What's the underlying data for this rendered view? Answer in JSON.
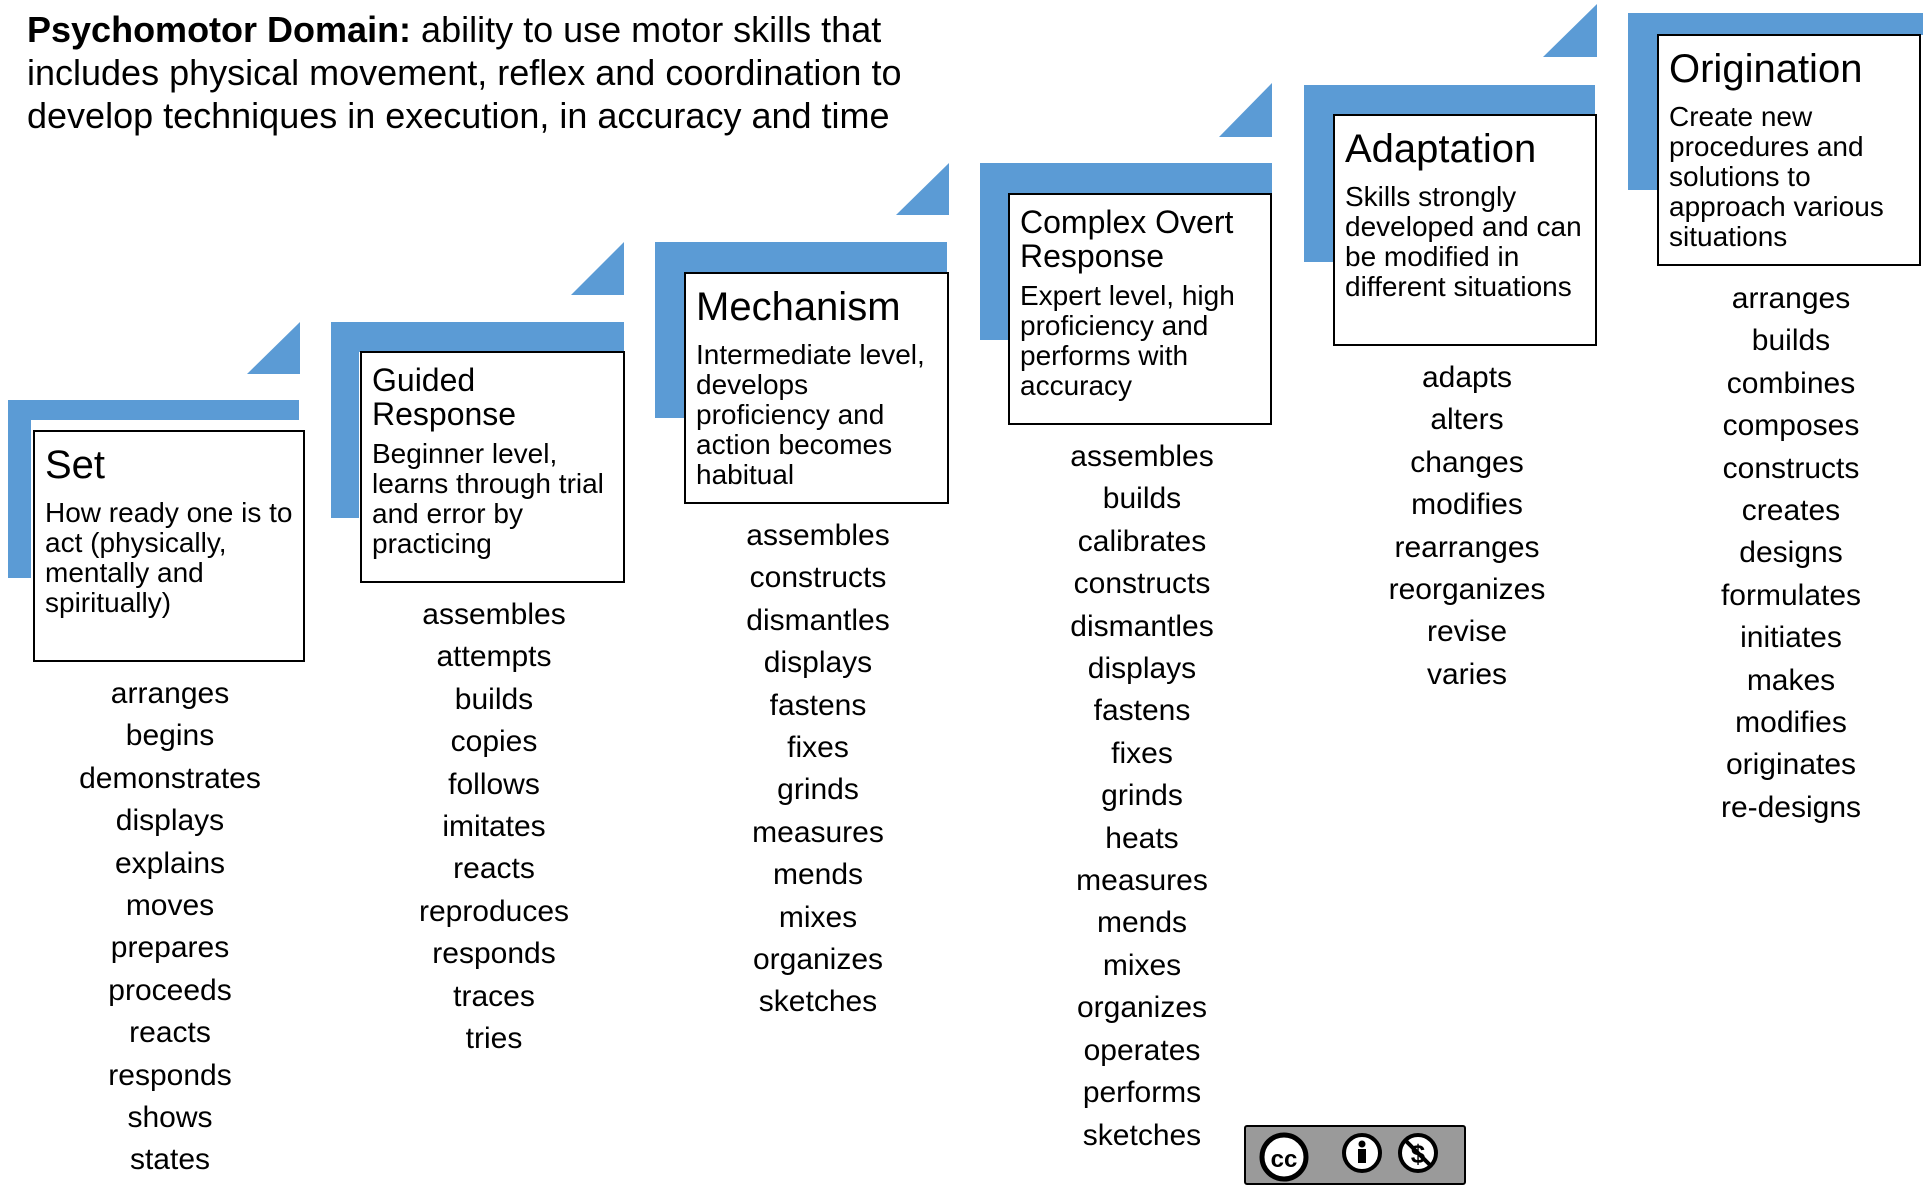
{
  "intro": {
    "heading": "Psychomotor Domain:",
    "text": " ability to use motor skills that includes physical movement, reflex and coordination to develop techniques in execution, in accuracy and time"
  },
  "colors": {
    "step": "#5b9bd5",
    "border": "#000000"
  },
  "levels": [
    {
      "title": "Set",
      "description": "How ready one is to act (physically, mentally and spiritually)",
      "verbs": [
        "arranges",
        "begins",
        "demonstrates",
        "displays",
        "explains",
        "moves",
        "prepares",
        "proceeds",
        "reacts",
        "responds",
        "shows",
        "states"
      ]
    },
    {
      "title": "Guided Response",
      "description": "Beginner level, learns through trial and error by practicing",
      "verbs": [
        "assembles",
        "attempts",
        "builds",
        "copies",
        "follows",
        "imitates",
        "reacts",
        "reproduces",
        "responds",
        "traces",
        "tries"
      ]
    },
    {
      "title": "Mechanism",
      "description": "Intermediate level, develops proficiency and action becomes habitual",
      "verbs": [
        "assembles",
        "constructs",
        "dismantles",
        "displays",
        "fastens",
        "fixes",
        "grinds",
        "measures",
        "mends",
        "mixes",
        "organizes",
        "sketches"
      ]
    },
    {
      "title": "Complex Overt Response",
      "description": "Expert level, high proficiency and performs with accuracy",
      "verbs": [
        "assembles",
        "builds",
        "calibrates",
        "constructs",
        "dismantles",
        "displays",
        "fastens",
        "fixes",
        "grinds",
        "heats",
        "measures",
        "mends",
        "mixes",
        "organizes",
        "operates",
        "performs",
        "sketches"
      ]
    },
    {
      "title": "Adaptation",
      "description": "Skills strongly developed and can be modified in different situations",
      "verbs": [
        "adapts",
        "alters",
        "changes",
        "modifies",
        "rearranges",
        "reorganizes",
        "revise",
        "varies"
      ]
    },
    {
      "title": "Origination",
      "description": "Create new procedures and solutions to approach various situations",
      "verbs": [
        "arranges",
        "builds",
        "combines",
        "composes",
        "constructs",
        "creates",
        "designs",
        "formulates",
        "initiates",
        "makes",
        "modifies",
        "originates",
        "re-designs"
      ]
    }
  ],
  "license_badge": {
    "icons": [
      "cc-icon",
      "by-icon",
      "nc-icon"
    ]
  }
}
